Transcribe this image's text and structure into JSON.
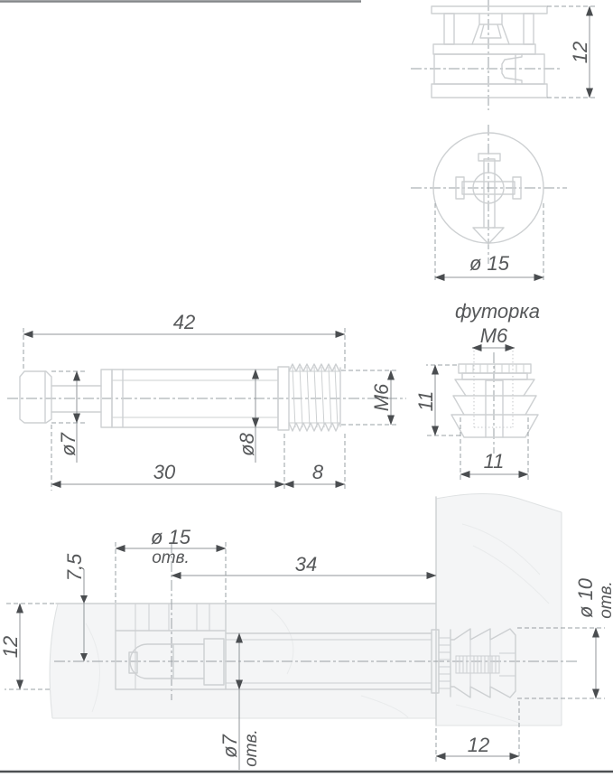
{
  "drawing": {
    "type": "furniture eccentric cam fastener technical drawing",
    "colors": {
      "part_outline": "#cdd0d2",
      "dimension_line": "#90969a",
      "arrowhead": "#4a4d50",
      "text": "#56585a",
      "panel_fill": "#f4f5f6"
    },
    "views": {
      "cam_side": {
        "height": "12"
      },
      "cam_face": {
        "diameter": "ø 15"
      },
      "bolt": {
        "total_length": "42",
        "head_diameter": "ø7",
        "shaft_diameter": "ø8",
        "shaft_length": "30",
        "thread_length": "8",
        "thread_spec": "M6"
      },
      "insert": {
        "title": "футорка",
        "thread_spec": "M6",
        "height": "11",
        "width": "11"
      },
      "assembly": {
        "cam_hole_diameter": "ø 15",
        "cam_hole_suffix": "отв.",
        "center_to_panel": "34",
        "surface_to_center": "7,5",
        "cam_depth": "12",
        "bolt_hole_diameter": "ø7",
        "bolt_hole_suffix": "отв.",
        "insert_hole_diameter": "ø 10",
        "insert_hole_suffix": "отв.",
        "insert_depth": "12"
      }
    }
  }
}
